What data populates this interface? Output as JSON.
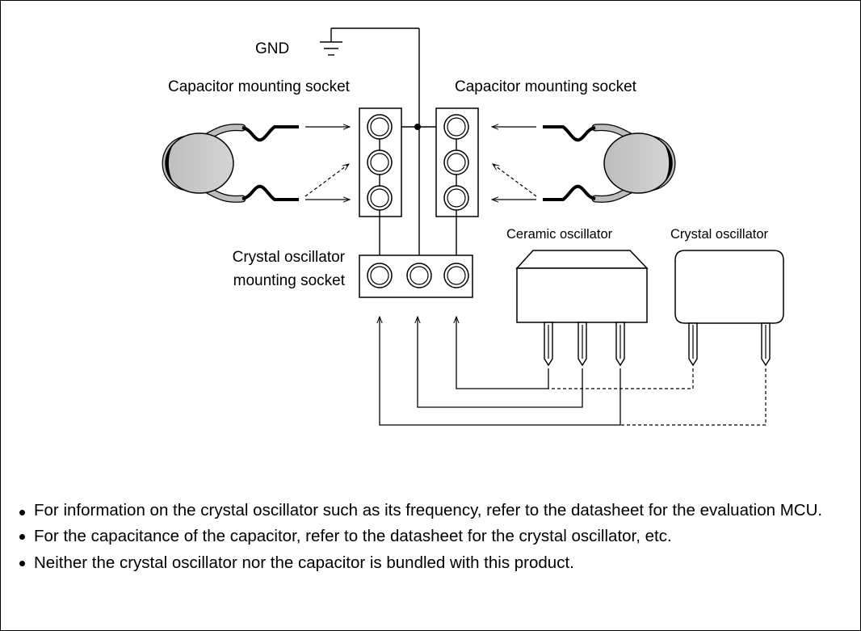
{
  "diagram": {
    "labels": {
      "gnd": "GND",
      "cap_socket_left": "Capacitor mounting socket",
      "cap_socket_right": "Capacitor mounting socket",
      "crystal_socket_line1": "Crystal oscillator",
      "crystal_socket_line2": "mounting socket",
      "ceramic_osc": "Ceramic oscillator",
      "crystal_osc": "Crystal oscillator"
    }
  },
  "notes": [
    "For information on the crystal oscillator such as its frequency, refer to the datasheet for the evaluation MCU.",
    "For the capacitance of the capacitor, refer to the datasheet for the crystal oscillator, etc.",
    "Neither the crystal oscillator nor the capacitor is bundled with this product."
  ]
}
